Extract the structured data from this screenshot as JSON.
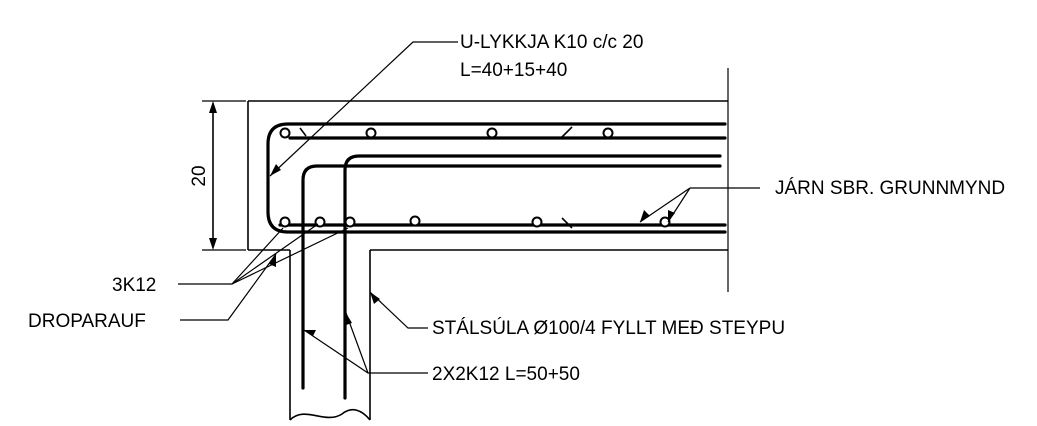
{
  "labels": {
    "u_loop": "U-LYKKJA K10 c/c 20",
    "u_loop_length": "L=40+15+40",
    "rebar_ref": "JÁRN SBR. GRUNNMYND",
    "bottom_bars": "3K12",
    "drip_groove": "DROPARAUF",
    "steel_column": "STÁLSÚLA Ø100/4 FYLLT MEÐ STEYPU",
    "column_bars": "2X2K12 L=50+50"
  },
  "dimension": {
    "slab_thickness": "20"
  }
}
